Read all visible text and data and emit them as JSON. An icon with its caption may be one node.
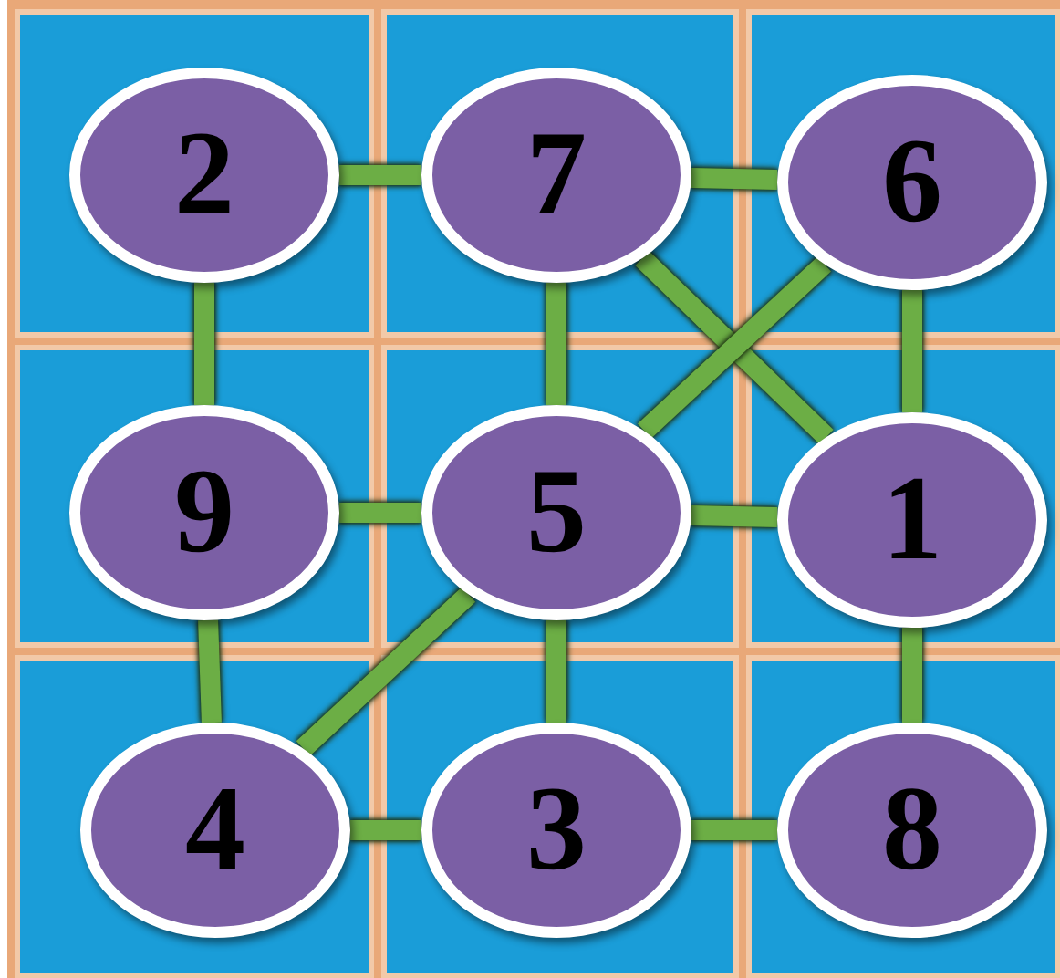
{
  "diagram": {
    "nodes": [
      {
        "text": [
          "2"
        ]
      },
      {
        "text": [
          "7"
        ]
      },
      {
        "text": [
          "6"
        ]
      },
      {
        "text": [
          "9"
        ]
      },
      {
        "text": [
          "5"
        ]
      },
      {
        "text": [
          "1"
        ]
      },
      {
        "text": [
          "4"
        ]
      },
      {
        "text": [
          "3"
        ]
      },
      {
        "text": [
          "8"
        ]
      }
    ],
    "edges": [
      {
        "from": 0,
        "to": 1,
        "arrow": "none"
      },
      {
        "from": 1,
        "to": 2,
        "arrow": "none"
      },
      {
        "from": 0,
        "to": 3,
        "arrow": "none"
      },
      {
        "from": 1,
        "to": 4,
        "arrow": "none"
      },
      {
        "from": 2,
        "to": 5,
        "arrow": "none"
      },
      {
        "from": 1,
        "to": 5,
        "arrow": "none"
      },
      {
        "from": 2,
        "to": 4,
        "arrow": "none"
      },
      {
        "from": 3,
        "to": 4,
        "arrow": "none"
      },
      {
        "from": 4,
        "to": 5,
        "arrow": "none"
      },
      {
        "from": 3,
        "to": 6,
        "arrow": "none"
      },
      {
        "from": 4,
        "to": 6,
        "arrow": "none"
      },
      {
        "from": 4,
        "to": 7,
        "arrow": "none"
      },
      {
        "from": 5,
        "to": 8,
        "arrow": "none"
      },
      {
        "from": 6,
        "to": 7,
        "arrow": "none"
      },
      {
        "from": 7,
        "to": 8,
        "arrow": "none"
      }
    ]
  }
}
